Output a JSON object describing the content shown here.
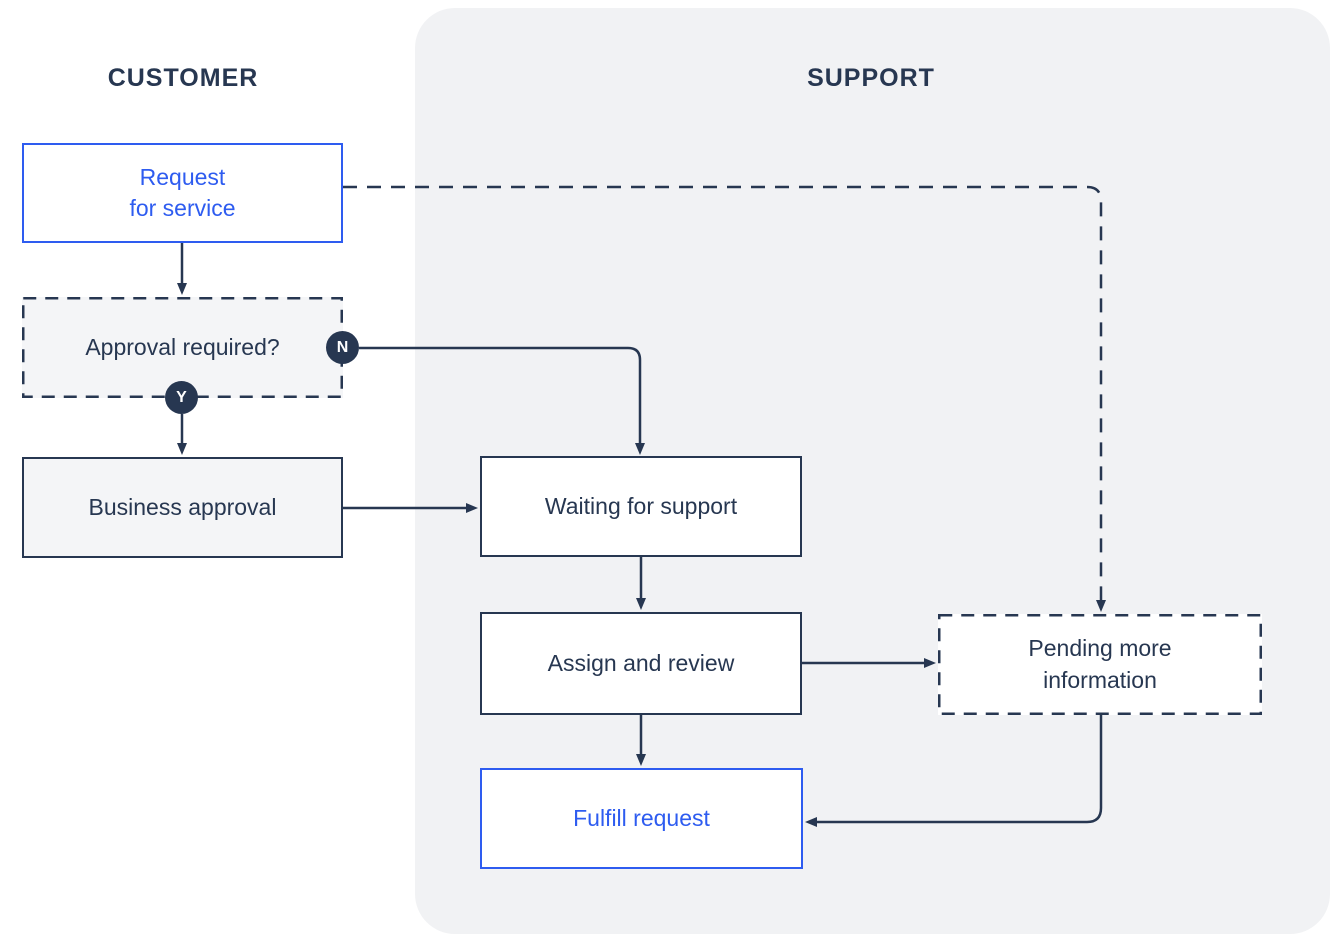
{
  "diagram": {
    "lanes": [
      {
        "id": "customer",
        "label": "CUSTOMER"
      },
      {
        "id": "support",
        "label": "SUPPORT"
      }
    ],
    "nodes": [
      {
        "id": "request-for-service",
        "label": "Request\nfor service",
        "style": "blue",
        "border": "solid"
      },
      {
        "id": "approval-required",
        "label": "Approval required?",
        "style": "gray",
        "border": "dashed"
      },
      {
        "id": "business-approval",
        "label": "Business approval",
        "style": "gray",
        "border": "solid"
      },
      {
        "id": "waiting-for-support",
        "label": "Waiting for support",
        "style": "white",
        "border": "solid"
      },
      {
        "id": "assign-and-review",
        "label": "Assign and review",
        "style": "white",
        "border": "solid"
      },
      {
        "id": "pending-more-info",
        "label": "Pending more\ninformation",
        "style": "white",
        "border": "dashed"
      },
      {
        "id": "fulfill-request",
        "label": "Fulfill request",
        "style": "blue",
        "border": "solid"
      }
    ],
    "badges": [
      {
        "id": "no-branch",
        "label": "N"
      },
      {
        "id": "yes-branch",
        "label": "Y"
      }
    ],
    "edges": [
      {
        "from": "request-for-service",
        "to": "approval-required",
        "type": "solid"
      },
      {
        "from": "request-for-service",
        "to": "pending-more-info",
        "type": "dashed"
      },
      {
        "from": "approval-required",
        "to": "waiting-for-support",
        "type": "solid",
        "label": "N"
      },
      {
        "from": "approval-required",
        "to": "business-approval",
        "type": "solid",
        "label": "Y"
      },
      {
        "from": "business-approval",
        "to": "waiting-for-support",
        "type": "solid"
      },
      {
        "from": "waiting-for-support",
        "to": "assign-and-review",
        "type": "solid"
      },
      {
        "from": "assign-and-review",
        "to": "pending-more-info",
        "type": "solid"
      },
      {
        "from": "assign-and-review",
        "to": "fulfill-request",
        "type": "solid"
      },
      {
        "from": "pending-more-info",
        "to": "fulfill-request",
        "type": "solid"
      }
    ]
  },
  "theme": {
    "navy": "#273751",
    "blue": "#2E5CF0",
    "panel": "#F1F2F4",
    "boxgray": "#F4F5F7",
    "white": "#FFFFFF"
  }
}
